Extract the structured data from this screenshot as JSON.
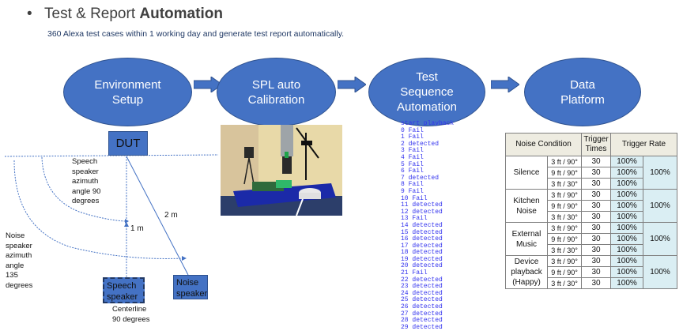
{
  "header": {
    "bullet": "•",
    "title_plain": "Test & Report ",
    "title_bold": "Automation",
    "subtitle": "360 Alexa test cases within 1 working day and generate test report automatically."
  },
  "flow": {
    "steps": [
      {
        "line1": "Environment",
        "line2": "Setup"
      },
      {
        "line1": "SPL auto",
        "line2": "Calibration"
      },
      {
        "line1": "Test",
        "line2": "Sequence",
        "line3": "Automation"
      },
      {
        "line1": "Data",
        "line2": "Platform"
      }
    ],
    "arrow_icon": "right-arrow-icon",
    "color": "#4472c4"
  },
  "setup_diagram": {
    "dut": "DUT",
    "speech_azimuth": [
      "Speech",
      "speaker",
      "azimuth",
      "angle 90",
      "degrees"
    ],
    "noise_azimuth": [
      "Noise",
      "speaker",
      "azimuth",
      "angle",
      "135",
      "degrees"
    ],
    "dist_1m": "1 m",
    "dist_2m": "2 m",
    "speech_speaker": [
      "Speech",
      "speaker"
    ],
    "noise_speaker": [
      "Noise",
      "speaker"
    ],
    "centerline": [
      "Centerline",
      "90 degrees"
    ]
  },
  "photo": {
    "description": "test-rig-photo"
  },
  "log": {
    "lines": [
      "start playback",
      "0 Fail",
      "1 Fail",
      "2 detected",
      "3 Fail",
      "4 Fail",
      "5 Fail",
      "6 Fail",
      "7 detected",
      "8 Fail",
      "9 Fail",
      "10 Fail",
      "11 detected",
      "12 detected",
      "13 Fail",
      "14 detected",
      "15 detected",
      "16 detected",
      "17 detected",
      "18 detected",
      "19 detected",
      "20 detected",
      "21 Fail",
      "22 detected",
      "23 detected",
      "24 detected",
      "25 detected",
      "26 detected",
      "27 detected",
      "28 detected",
      "29 detected"
    ]
  },
  "results_table": {
    "headers": {
      "condition": "Noise Condition",
      "times": "Trigger Times",
      "rate": "Trigger Rate"
    },
    "groups": [
      {
        "condition": "Silence",
        "total": "100%",
        "rows": [
          {
            "pos": "3 ft / 90°",
            "times": "30",
            "rate": "100%"
          },
          {
            "pos": "9 ft / 90°",
            "times": "30",
            "rate": "100%"
          },
          {
            "pos": "3 ft / 30°",
            "times": "30",
            "rate": "100%"
          }
        ]
      },
      {
        "condition": "Kitchen Noise",
        "total": "100%",
        "rows": [
          {
            "pos": "3 ft / 90°",
            "times": "30",
            "rate": "100%"
          },
          {
            "pos": "9 ft / 90°",
            "times": "30",
            "rate": "100%"
          },
          {
            "pos": "3 ft / 30°",
            "times": "30",
            "rate": "100%"
          }
        ]
      },
      {
        "condition": "External Music",
        "total": "100%",
        "rows": [
          {
            "pos": "3 ft / 90°",
            "times": "30",
            "rate": "100%"
          },
          {
            "pos": "9 ft / 90°",
            "times": "30",
            "rate": "100%"
          },
          {
            "pos": "3 ft / 30°",
            "times": "30",
            "rate": "100%"
          }
        ]
      },
      {
        "condition": "Device playback (Happy)",
        "total": "100%",
        "rows": [
          {
            "pos": "3 ft / 90°",
            "times": "30",
            "rate": "100%"
          },
          {
            "pos": "9 ft / 90°",
            "times": "30",
            "rate": "100%"
          },
          {
            "pos": "3 ft / 30°",
            "times": "30",
            "rate": "100%"
          }
        ]
      }
    ]
  }
}
